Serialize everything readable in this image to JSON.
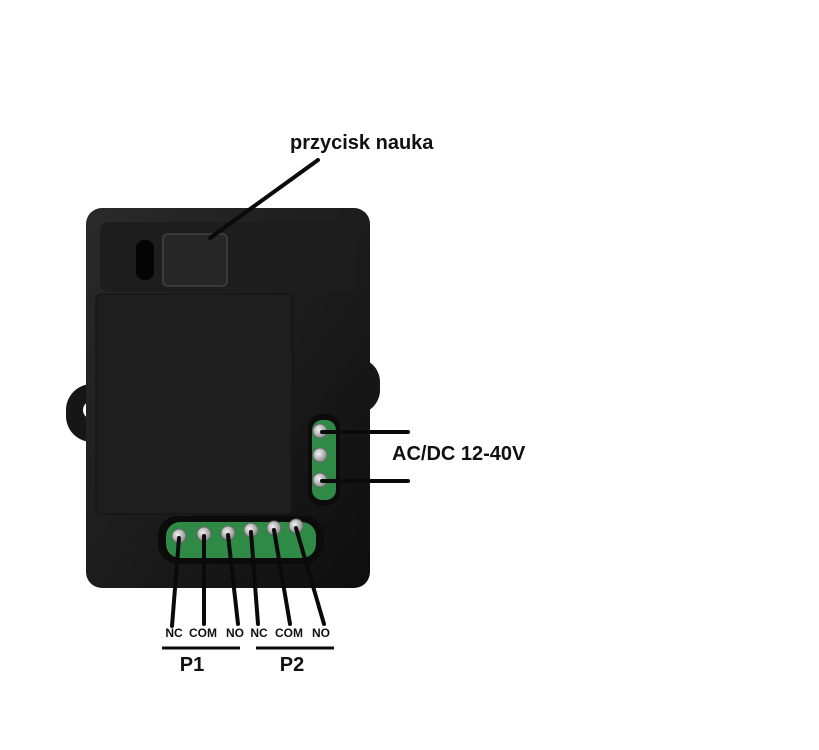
{
  "labels": {
    "button": "przycisk nauka",
    "power": "AC/DC 12-40V"
  },
  "terminals": [
    "NC",
    "COM",
    "NO",
    "NC",
    "COM",
    "NO"
  ],
  "groups": [
    "P1",
    "P2"
  ],
  "colors": {
    "housing": "#151515",
    "terminal_block": "#2f8a45",
    "screw": "#c9c9c9",
    "leader": "#0a0a0a"
  }
}
